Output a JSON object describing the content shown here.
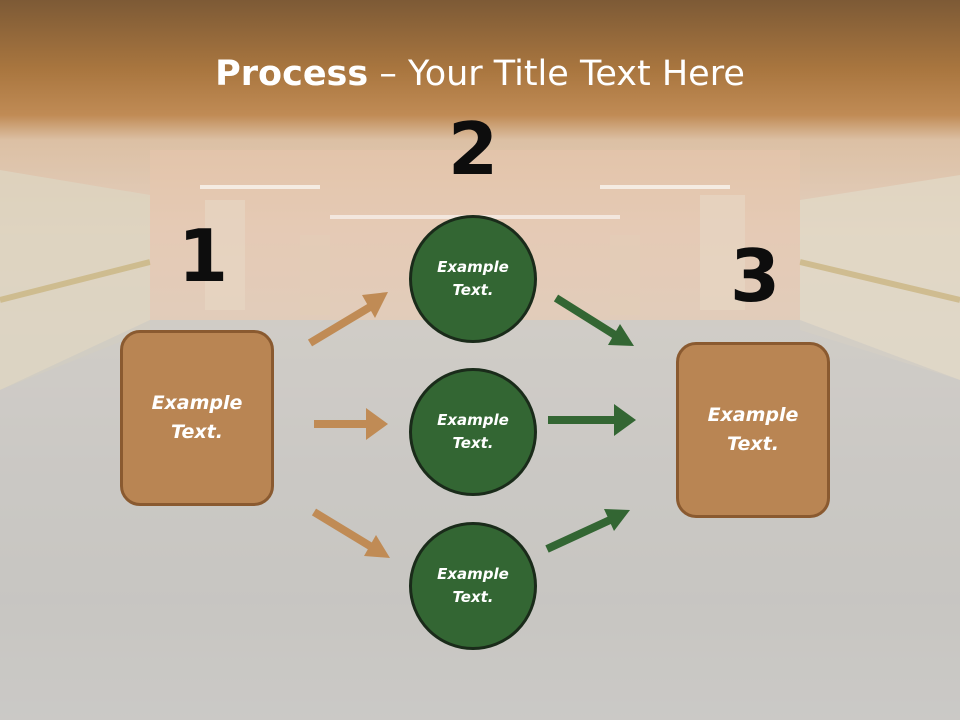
{
  "slide": {
    "title_bold": "Process",
    "title_rest": " – Your Title Text Here",
    "numbers": [
      "1",
      "2",
      "3"
    ],
    "left_box": "Example Text.",
    "right_box": "Example Text.",
    "circles": [
      "Example Text.",
      "Example Text.",
      "Example Text."
    ]
  },
  "colors": {
    "box_fill": "#b98553",
    "circle_fill": "#336633",
    "arrow_orange": "#c08b55",
    "arrow_green": "#336633"
  }
}
